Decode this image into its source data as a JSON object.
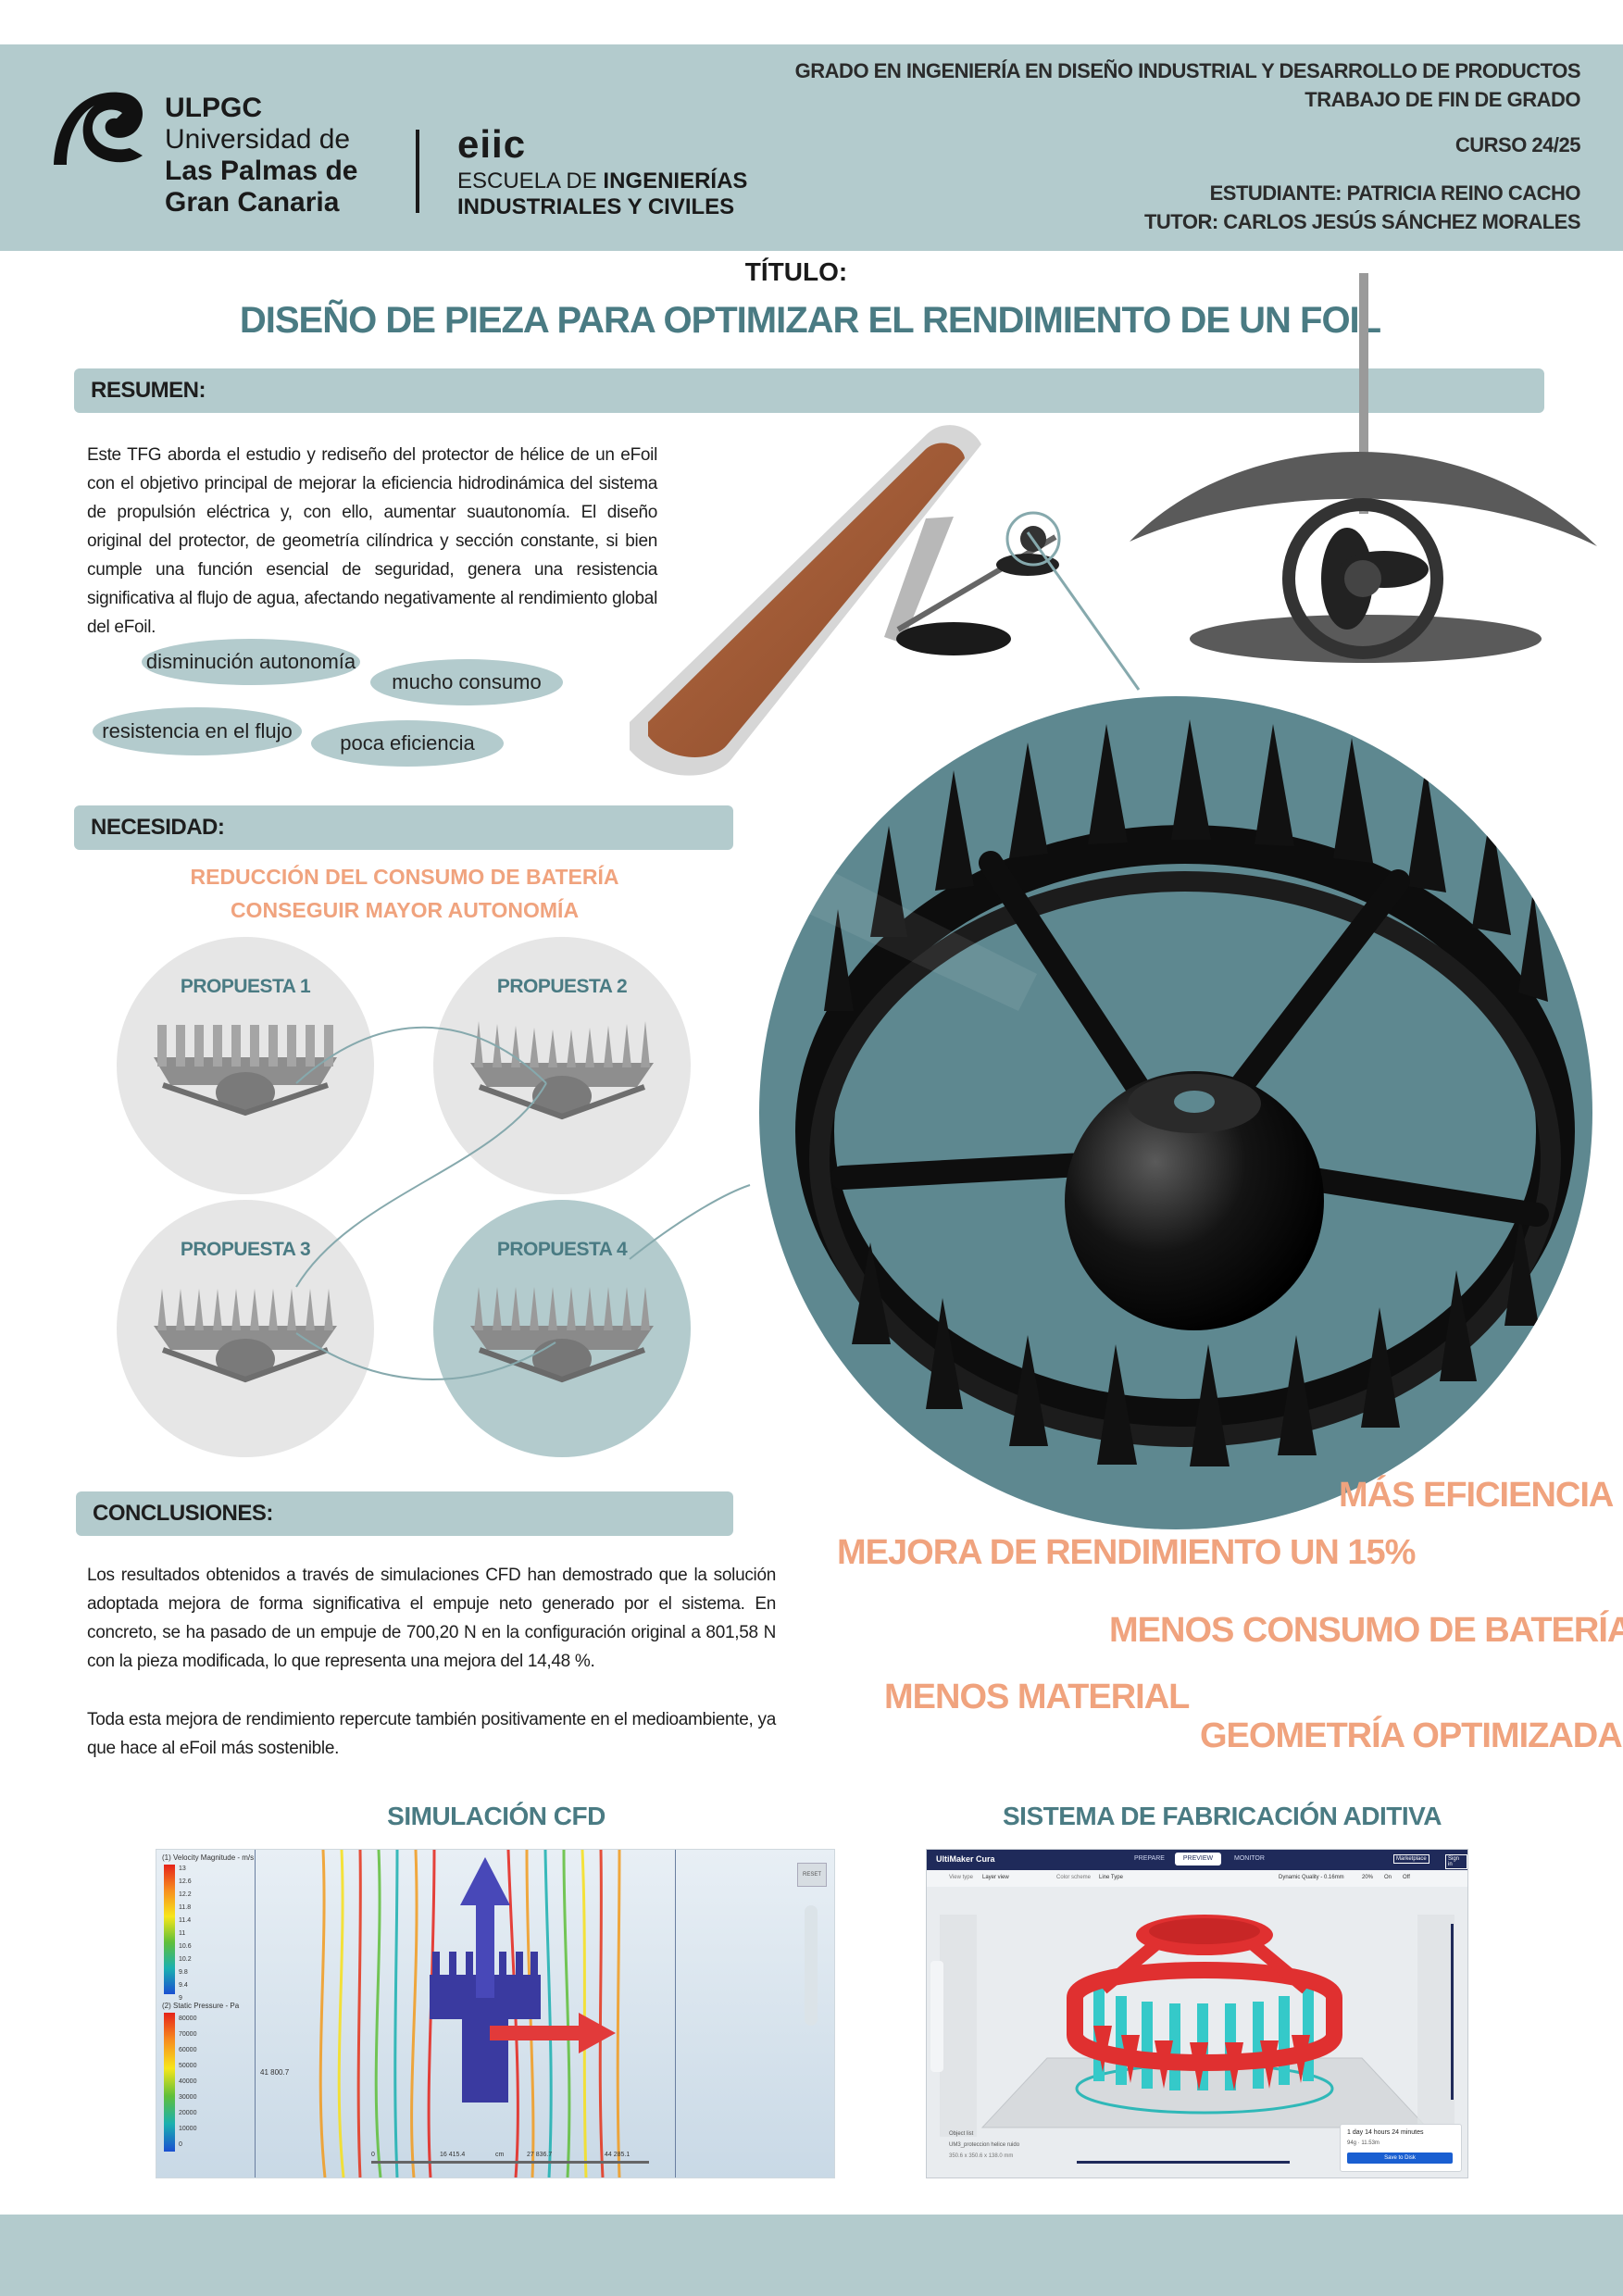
{
  "header": {
    "university_short": "ULPGC",
    "university_line1": "Universidad de",
    "university_line2": "Las Palmas de",
    "university_line3": "Gran Canaria",
    "school_logo": "eiic",
    "school_line1_a": "ESCUELA DE ",
    "school_line1_b": "INGENIERÍAS",
    "school_line2": "INDUSTRIALES Y CIVILES",
    "degree": "GRADO EN INGENIERÍA EN DISEÑO INDUSTRIAL Y DESARROLLO DE PRODUCTOS",
    "work_type": "TRABAJO DE FIN DE GRADO",
    "course": "CURSO 24/25",
    "student": "ESTUDIANTE: PATRICIA REINO CACHO",
    "tutor": "TUTOR: CARLOS JESÚS SÁNCHEZ MORALES"
  },
  "title": {
    "label": "TÍTULO:",
    "text": "DISEÑO DE PIEZA PARA OPTIMIZAR EL RENDIMIENTO DE UN FOIL"
  },
  "summary": {
    "heading": "RESUMEN:",
    "text": "Este TFG aborda el estudio y rediseño del protector de hélice de un eFoil con el objetivo principal de mejorar la eficiencia hidrodinámica del sistema de propulsión eléctrica y, con ello, aumentar suautonomía. El diseño original del protector, de geometría cilíndrica y sección constante, si bien cumple una función esencial de seguridad, genera una resistencia significativa al flujo de agua, afectando negativamente al rendimiento global del eFoil.",
    "tags": [
      "disminución autonomía",
      "mucho consumo",
      "resistencia en el flujo",
      "poca eficiencia"
    ]
  },
  "need": {
    "heading": "NECESIDAD:",
    "line1": "REDUCCIÓN DEL CONSUMO DE BATERÍA",
    "line2": "CONSEGUIR MAYOR AUTONOMÍA",
    "proposals": [
      "PROPUESTA 1",
      "PROPUESTA 2",
      "PROPUESTA 3",
      "PROPUESTA 4"
    ]
  },
  "conclusions": {
    "heading": "CONCLUSIONES:",
    "para1": "Los resultados obtenidos a través de simulaciones CFD han demostrado que la solución adoptada mejora de forma significativa el empuje neto generado por el sistema. En concreto, se ha pasado de un empuje de 700,20 N en la configuración original a 801,58 N con la pieza modificada, lo que representa una mejora del 14,48 %.",
    "para2": "Toda esta mejora de rendimiento repercute también positivamente en el medioambiente, ya que hace al eFoil  más sostenible."
  },
  "benefits": [
    "MÁS EFICIENCIA",
    "MEJORA DE RENDIMIENTO UN 15%",
    "MENOS CONSUMO DE BATERÍA",
    "MENOS MATERIAL",
    "GEOMETRÍA OPTIMIZADA"
  ],
  "cfd": {
    "heading": "SIMULACIÓN CFD",
    "legend1_title": "(1) Velocity Magnitude - m/s",
    "legend1_values": [
      "13",
      "12.6",
      "12.2",
      "11.8",
      "11.4",
      "11",
      "10.6",
      "10.2",
      "9.8",
      "9.4",
      "9"
    ],
    "legend2_title": "(2) Static Pressure - Pa",
    "legend2_values": [
      "80000",
      "70000",
      "60000",
      "50000",
      "40000",
      "30000",
      "20000",
      "10000",
      "0"
    ],
    "side_label": "41 800.7",
    "axis_labels": [
      "0",
      "16 415.4",
      "cm",
      "27 836.7",
      "44 285.1"
    ],
    "reset_button": "RESET"
  },
  "additive": {
    "heading": "SISTEMA DE FABRICACIÓN ADITIVA",
    "app_name": "UltiMaker Cura",
    "tabs": [
      "PREPARE",
      "PREVIEW",
      "MONITOR"
    ],
    "marketplace": "Marketplace",
    "signin": "Sign in",
    "view_type_label": "View type",
    "view_type_value": "Layer view",
    "color_scheme_label": "Color scheme",
    "color_scheme_value": "Line Type",
    "quality": "Dynamic Quality - 0.16mm",
    "infill": "20%",
    "support": "On",
    "adhesion": "Off",
    "object_list": "Object list",
    "file_name": "UM3_proteccion helice ruido",
    "dims": "350.6 x 350.6 x 138.0 mm",
    "print_time": "1 day 14 hours 24 minutes",
    "material": "94g · 11.53m",
    "save_button": "Save to Disk"
  },
  "colors": {
    "header_bg": "#b3cbcd",
    "title_teal": "#4a7b83",
    "accent_orange": "#f0a37e",
    "big_circle": "#5e8890"
  }
}
